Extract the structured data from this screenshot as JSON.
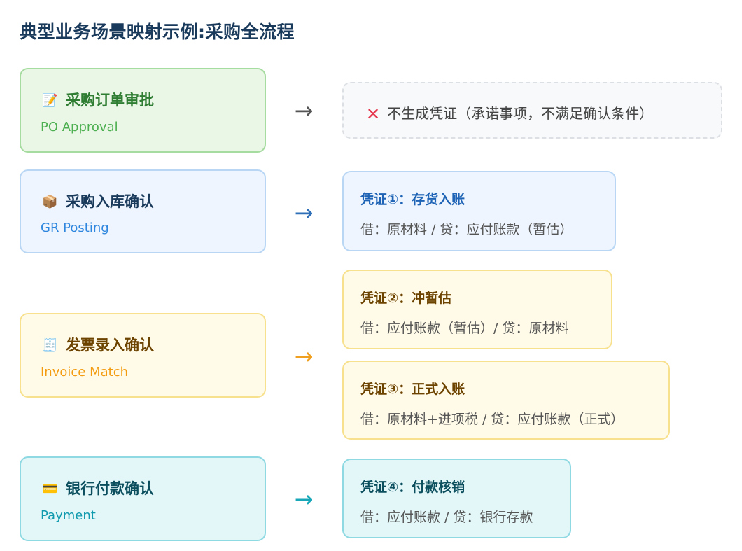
{
  "title": "典型业务场景映射示例:采购全流程",
  "steps": [
    {
      "icon": "📝",
      "icon_name": "memo-icon",
      "title": "采购订单审批",
      "subtitle": "PO Approval"
    },
    {
      "icon": "📦",
      "icon_name": "package-icon",
      "title": "采购入库确认",
      "subtitle": "GR Posting"
    },
    {
      "icon": "🧾",
      "icon_name": "receipt-icon",
      "title": "发票录入确认",
      "subtitle": "Invoice Match"
    },
    {
      "icon": "💳",
      "icon_name": "credit-card-icon",
      "title": "银行付款确认",
      "subtitle": "Payment"
    }
  ],
  "arrow": "→",
  "no_voucher": {
    "icon": "✕",
    "icon_name": "cross-icon",
    "text": "不生成凭证（承诺事项，不满足确认条件）"
  },
  "vouchers": [
    {
      "title": "凭证①：存货入账",
      "body": "借：原材料 / 贷：应付账款（暂估）"
    },
    {
      "title": "凭证②：冲暂估",
      "body": "借：应付账款（暂估）/ 贷：原材料"
    },
    {
      "title": "凭证③：正式入账",
      "body": "借：原材料+进项税 / 贷：应付账款（正式）"
    },
    {
      "title": "凭证④：付款核销",
      "body": "借：应付账款 / 贷：银行存款"
    }
  ],
  "colors": {
    "title": "#1a3a5c",
    "green": "#2e7d32",
    "blue": "#1e63b5",
    "yellow": "#f39c12",
    "cyan": "#119aae",
    "cross": "#e53950"
  }
}
